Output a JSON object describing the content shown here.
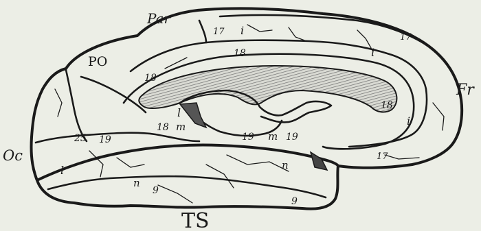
{
  "figure": {
    "labels": {
      "par": "Par",
      "po": "PO",
      "fr": "Fr",
      "oc": "Oc",
      "ts": "TS",
      "i_top": "i",
      "i_right": "i",
      "i_lower_right": "i",
      "n17_top": "17",
      "n17_top_right": "17",
      "n17_bottom_right": "17",
      "n18_top": "18",
      "n18_left_upper": "18",
      "n18_left": "18",
      "n18_right": "18",
      "n25": "25",
      "n19_left": "19",
      "n19_mid": "19",
      "n19_mid2": "19",
      "m_left": "m",
      "m_mid": "m",
      "l_upper": "l",
      "l_lower": "l",
      "n_left": "n",
      "n_right": "n",
      "n9_left": "9",
      "n9_right": "9"
    },
    "colors": {
      "ink": "#1a1a1a",
      "paper": "#eceee6",
      "hatch": "#8a8a8a"
    }
  }
}
